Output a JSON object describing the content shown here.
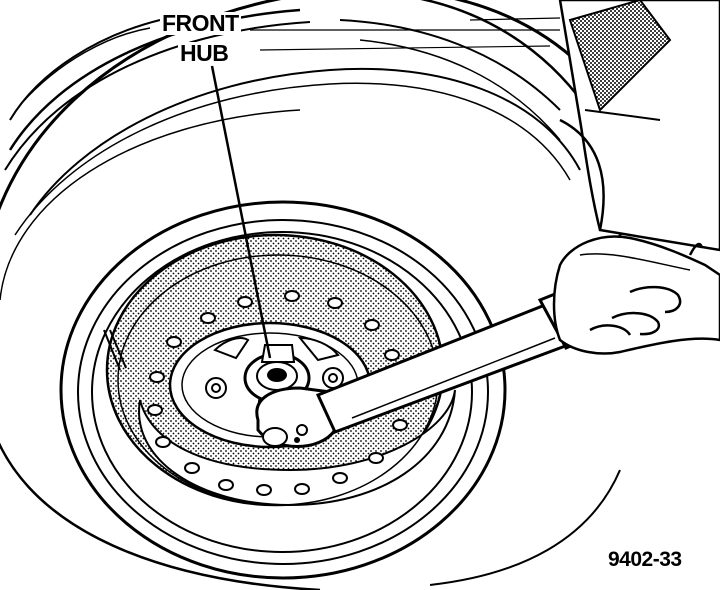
{
  "callout": {
    "line1": "FRONT",
    "line2": "HUB"
  },
  "figure_number": "9402-33"
}
